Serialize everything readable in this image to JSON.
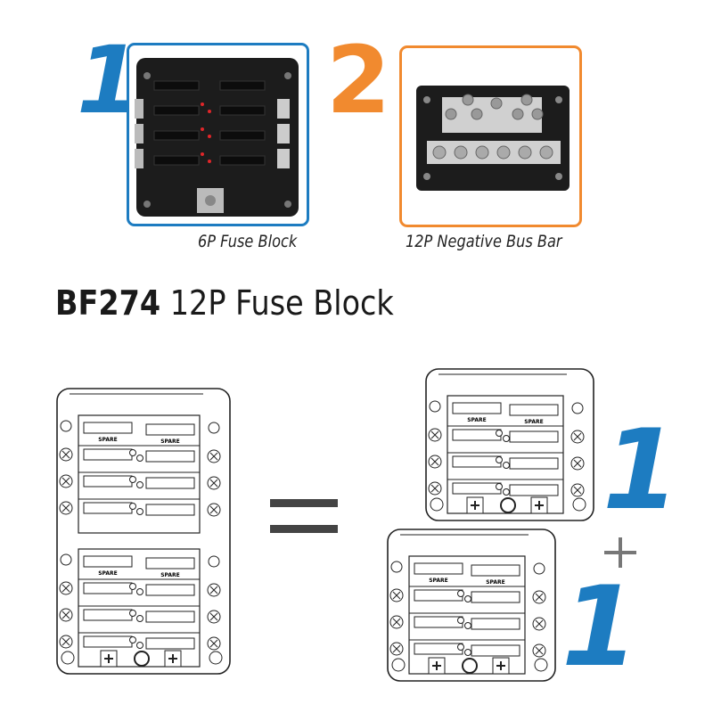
{
  "colors": {
    "blue": "#1d7cc1",
    "orange": "#f18a2f",
    "dark": "#444444",
    "product": "#1c1c1c"
  },
  "top": {
    "item1": {
      "number": "1",
      "caption": "6P Fuse Block"
    },
    "item2": {
      "number": "2",
      "caption": "12P Negative Bus Bar"
    }
  },
  "title": {
    "model": "BF274",
    "name": "12P Fuse Block"
  },
  "equation": {
    "equals": "=",
    "plus": "+",
    "number_top": "1",
    "number_bottom": "1"
  },
  "diagram": {
    "spare_label": "SPARE"
  }
}
